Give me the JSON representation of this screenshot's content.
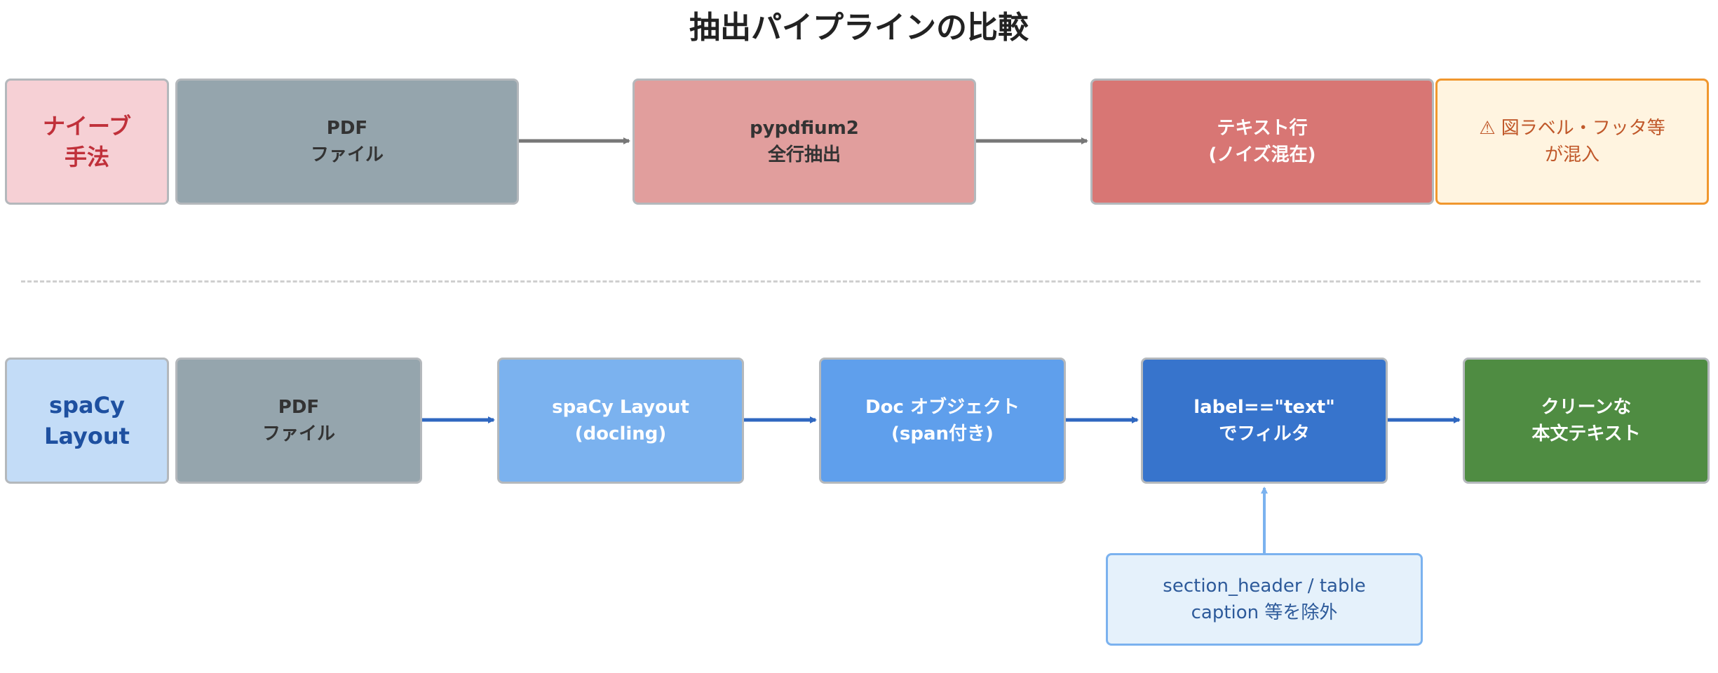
{
  "title": "抽出パイプラインの比較",
  "naive": {
    "label": [
      "ナイーブ",
      "手法"
    ],
    "steps": [
      [
        "PDF",
        "ファイル"
      ],
      [
        "pypdfium2",
        "全行抽出"
      ],
      [
        "テキスト行",
        "(ノイズ混在)"
      ]
    ],
    "result": [
      "⚠ 図ラベル・フッタ等",
      "が混入"
    ]
  },
  "spacy": {
    "label": [
      "spaCy",
      "Layout"
    ],
    "steps": [
      [
        "PDF",
        "ファイル"
      ],
      [
        "spaCy Layout",
        "(docling)"
      ],
      [
        "Doc オブジェクト",
        "(span付き)"
      ],
      [
        "label==\"text\"",
        "でフィルタ"
      ],
      [
        "クリーンな",
        "本文テキスト"
      ]
    ],
    "note": [
      "section_header / table",
      "caption 等を除外"
    ]
  },
  "colors": {
    "naive_label_bg": "#f6d0d5",
    "naive_label_text": "#c0303a",
    "pdf_bg": "#95a5ad",
    "pdf_text": "#333333",
    "pypdfium_bg": "#e19e9d",
    "noisy_bg": "#d87674",
    "warning_bg": "#fff4e0",
    "warning_border": "#f0972e",
    "warning_text": "#c0582a",
    "spacy_label_bg": "#c3dcf7",
    "spacy_label_text": "#1e50a0",
    "layout_bg": "#7bb2ef",
    "doc_bg": "#5f9fec",
    "filter_bg": "#3774cc",
    "clean_bg": "#4f8c42",
    "note_bg": "#e5f1fb",
    "note_border": "#7bb2ef",
    "note_text": "#2d5a9a",
    "gray_arrow": "#777777",
    "blue_arrow": "#2f67c0",
    "light_arrow": "#7bb2ef"
  }
}
